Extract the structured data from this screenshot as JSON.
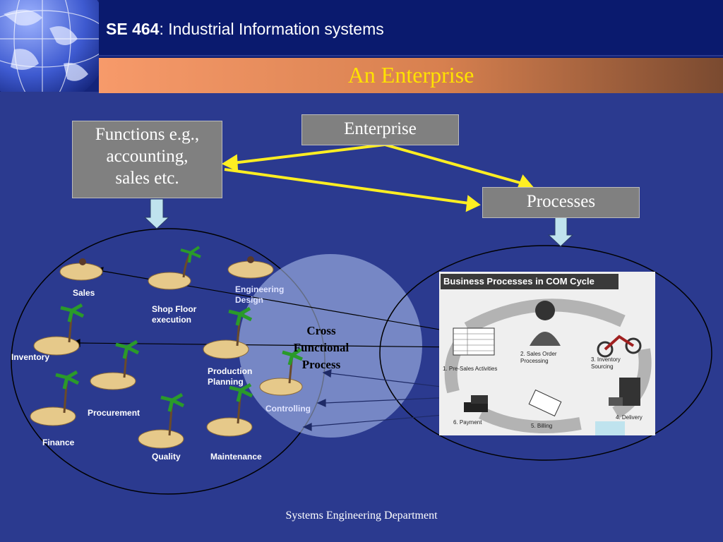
{
  "header": {
    "course_code": "SE 464",
    "course_name": ": Industrial Information systems",
    "title": "An Enterprise"
  },
  "boxes": {
    "functions": [
      "Functions e.g.,",
      "accounting,",
      "sales etc."
    ],
    "enterprise": "Enterprise",
    "processes": "Processes"
  },
  "islands": {
    "sales": "Sales",
    "shop_floor": [
      "Shop Floor",
      "execution"
    ],
    "engineering": [
      "Engineering",
      "Design"
    ],
    "inventory": "Inventory",
    "production": [
      "Production",
      "Planning"
    ],
    "procurement": "Procurement",
    "controlling": "Controlling",
    "finance": "Finance",
    "quality": "Quality",
    "maintenance": "Maintenance"
  },
  "cross": [
    "Cross",
    "Functional",
    "Process"
  ],
  "bp": {
    "title": "Business   Processes   in   COM   Cycle",
    "step1": "1. Pre-Sales   Activities",
    "step2": [
      "2. Sales   Order",
      "Processing"
    ],
    "step3": [
      "3. Inventory",
      "Sourcing"
    ],
    "step4": "4. Delivery",
    "step5": "5. Billing",
    "step6": "6. Payment"
  },
  "footer": "Systems Engineering Department",
  "colors": {
    "accent_yellow": "#ffe200",
    "background": "#2b3a8f",
    "header": "#0a1a6e"
  }
}
